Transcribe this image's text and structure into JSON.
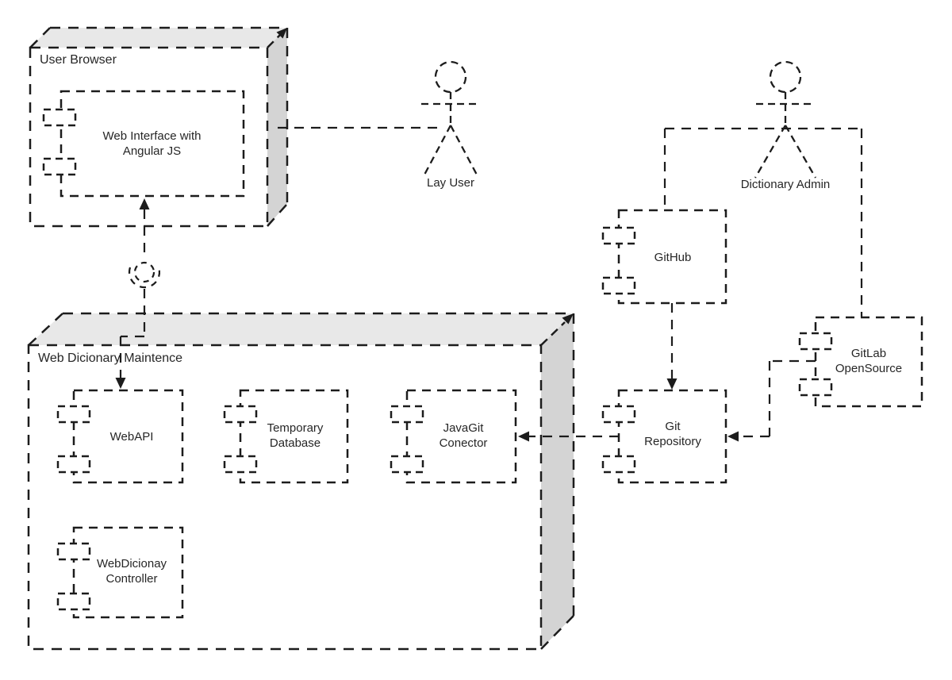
{
  "diagram_type": "UML deployment/component diagram",
  "colors": {
    "line": "#1c1c1c",
    "node_top_face": "#e8e8e8",
    "node_side_face": "#d4d4d4",
    "background": "#ffffff",
    "text": "#262626"
  },
  "nodes": {
    "user_browser": {
      "label": "User Browser"
    },
    "web_dicionary_maintence": {
      "label": "Web Dicionary Maintence"
    }
  },
  "components": {
    "web_interface": {
      "label": "Web Interface with\nAngular JS"
    },
    "github": {
      "label": "GitHub"
    },
    "gitlab": {
      "label": "GitLab\nOpenSource"
    },
    "git_repository": {
      "label": "Git\nRepository"
    },
    "webapi": {
      "label": "WebAPI"
    },
    "temporary_database": {
      "label": "Temporary\nDatabase"
    },
    "javagit_conector": {
      "label": "JavaGit\nConector"
    },
    "webdicionay_controller": {
      "label": "WebDicionay\nController"
    }
  },
  "actors": {
    "lay_user": {
      "label": "Lay User"
    },
    "dictionary_admin": {
      "label": "Dictionary Admin"
    }
  },
  "connections": [
    "User Browser — Lay User",
    "Web Interface with Angular JS — (ball-and-socket interface) — WebAPI",
    "Dictionary Admin — GitHub",
    "Dictionary Admin — GitLab OpenSource",
    "GitHub → Git Repository",
    "GitLab OpenSource → Git Repository",
    "Git Repository → JavaGit Conector"
  ]
}
